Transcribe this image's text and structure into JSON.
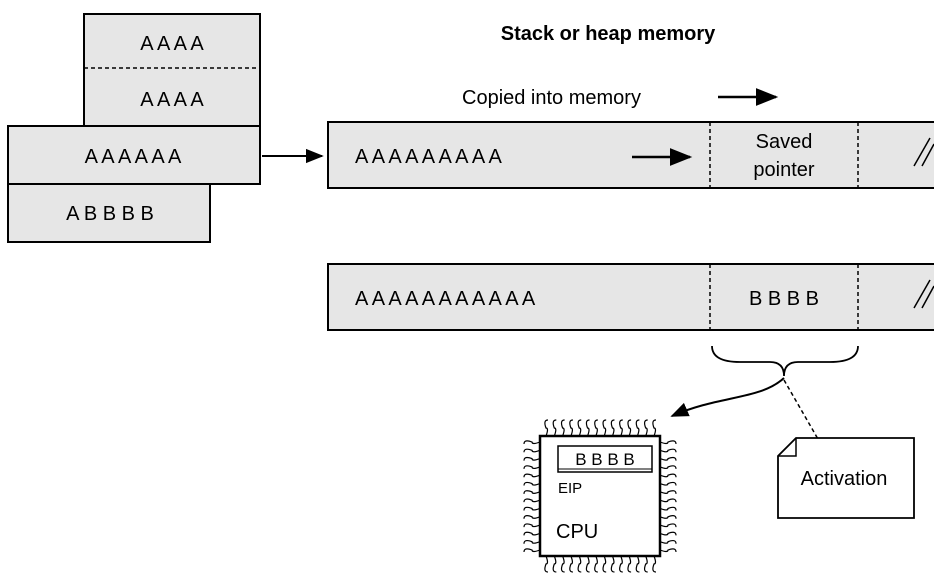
{
  "title": "Stack or heap memory",
  "copied_label": "Copied into memory",
  "buffer": {
    "rows": [
      "A A A A",
      "A A A A",
      "A A A A A A",
      "A B B B B"
    ]
  },
  "memory_top": {
    "content": "A A A A A A A A A",
    "saved_pointer_line1": "Saved",
    "saved_pointer_line2": "pointer"
  },
  "memory_bottom": {
    "content": "A A A A A A A A A A A",
    "overwrite": "B B B B"
  },
  "cpu": {
    "register": "B B B B",
    "register_name": "EIP",
    "label": "CPU"
  },
  "activation_note": "Activation"
}
